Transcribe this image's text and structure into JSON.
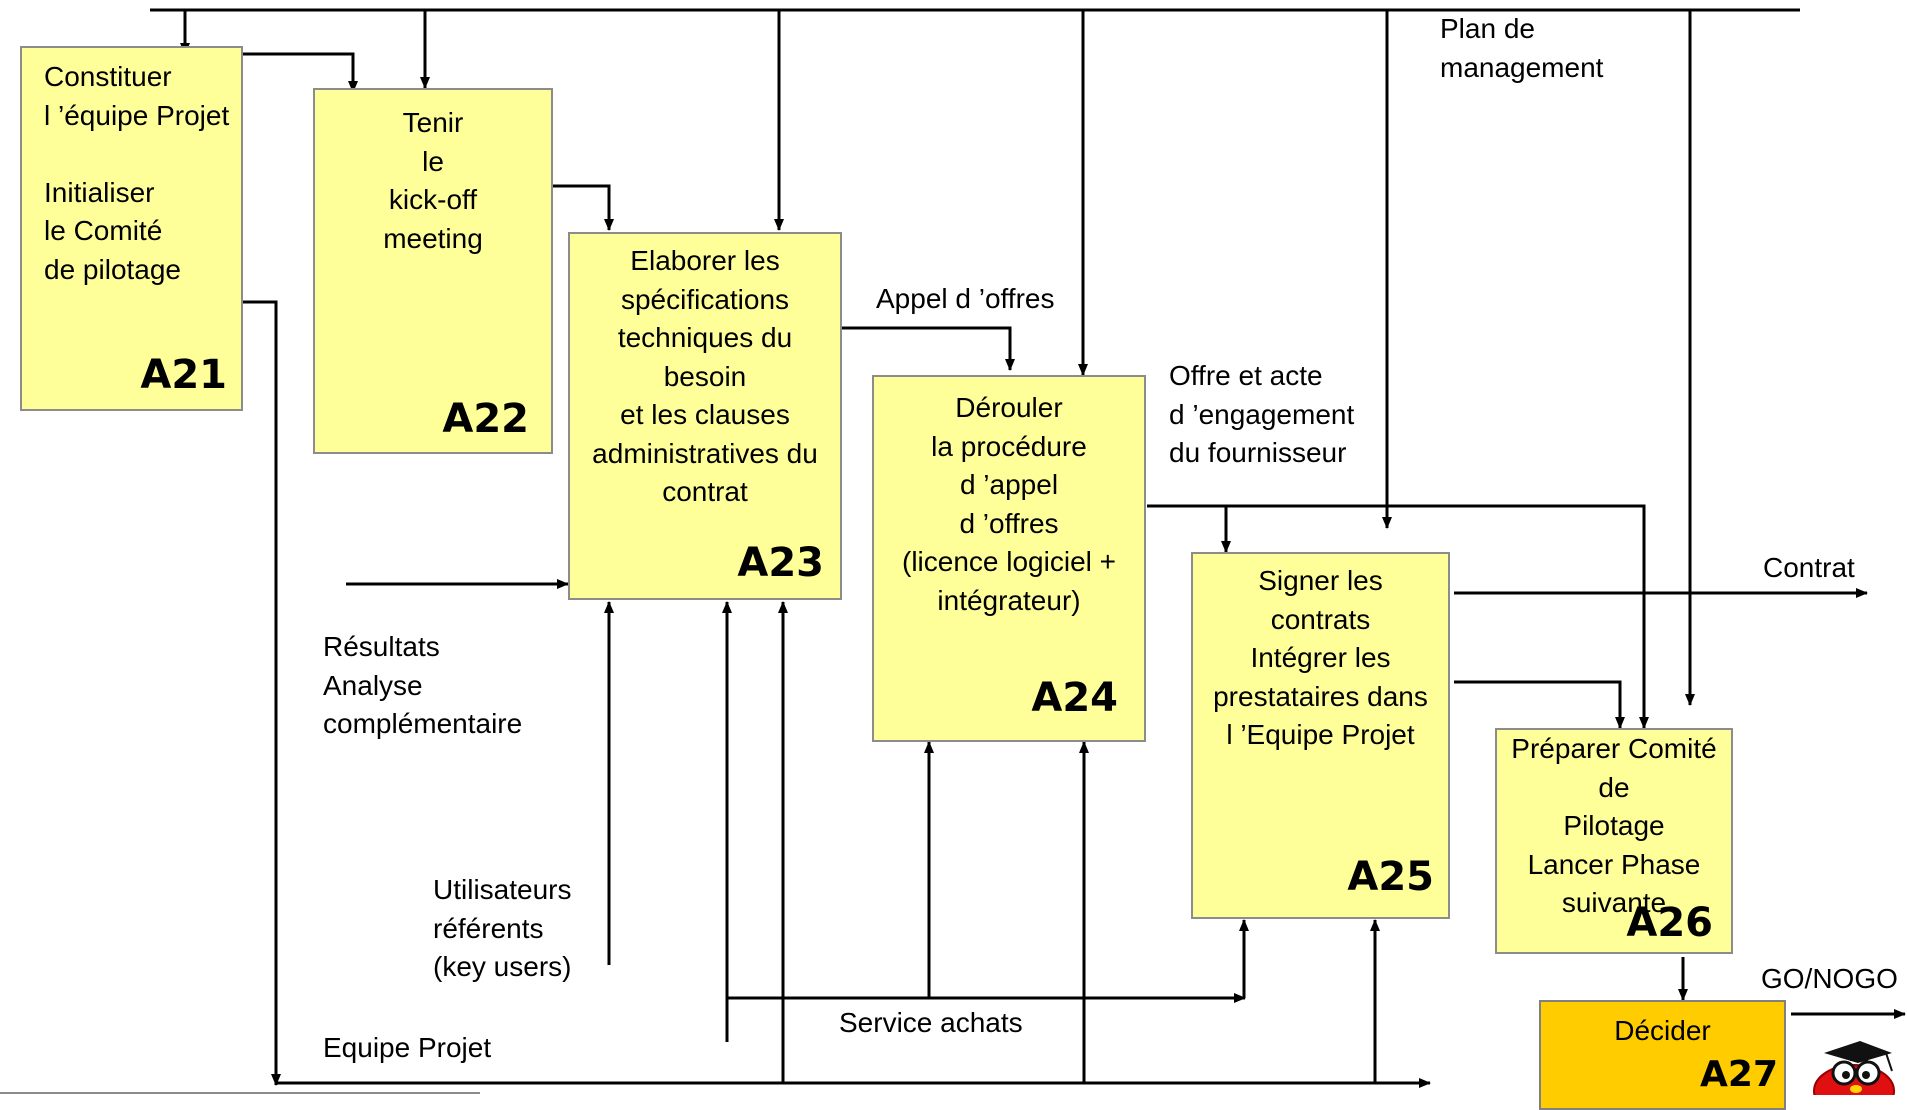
{
  "boxes": {
    "a21": {
      "text": "Constituer\nl ’équipe Projet\n\nInitialiser\nle Comité\nde pilotage",
      "code": "A21"
    },
    "a22": {
      "text": "Tenir\nle\nkick-off\nmeeting",
      "code": "A22"
    },
    "a23": {
      "text": "Elaborer les\nspécifications\ntechniques du\nbesoin\net les clauses\nadministratives du\ncontrat",
      "code": "A23"
    },
    "a24": {
      "text": "Dérouler\nla procédure\nd ’appel\nd ’offres\n(licence logiciel +\nintégrateur)",
      "code": "A24"
    },
    "a25": {
      "text": "Signer les\ncontrats\nIntégrer les\nprestataires dans\nl ’Equipe Projet",
      "code": "A25"
    },
    "a26": {
      "text": "Préparer Comité de\nPilotage\nLancer Phase\nsuivante",
      "code": "A26"
    },
    "a27": {
      "text": "Décider",
      "code": "A27"
    }
  },
  "labels": {
    "plan": "Plan de\nmanagement",
    "appel": "Appel d ’offres",
    "offre": "Offre et  acte\nd ’engagement\ndu fournisseur",
    "contrat": "Contrat",
    "resultats": "Résultats\nAnalyse\ncomplémentaire",
    "utilisateurs": "Utilisateurs\nréférents\n(key users)",
    "service": "Service achats",
    "equipe": "Equipe Projet",
    "gonogo": "GO/NOGO"
  },
  "colors": {
    "box_fill": "#ffff99",
    "decide_fill": "#ffcc00",
    "box_border": "#8c8c8c",
    "line": "#000000"
  }
}
